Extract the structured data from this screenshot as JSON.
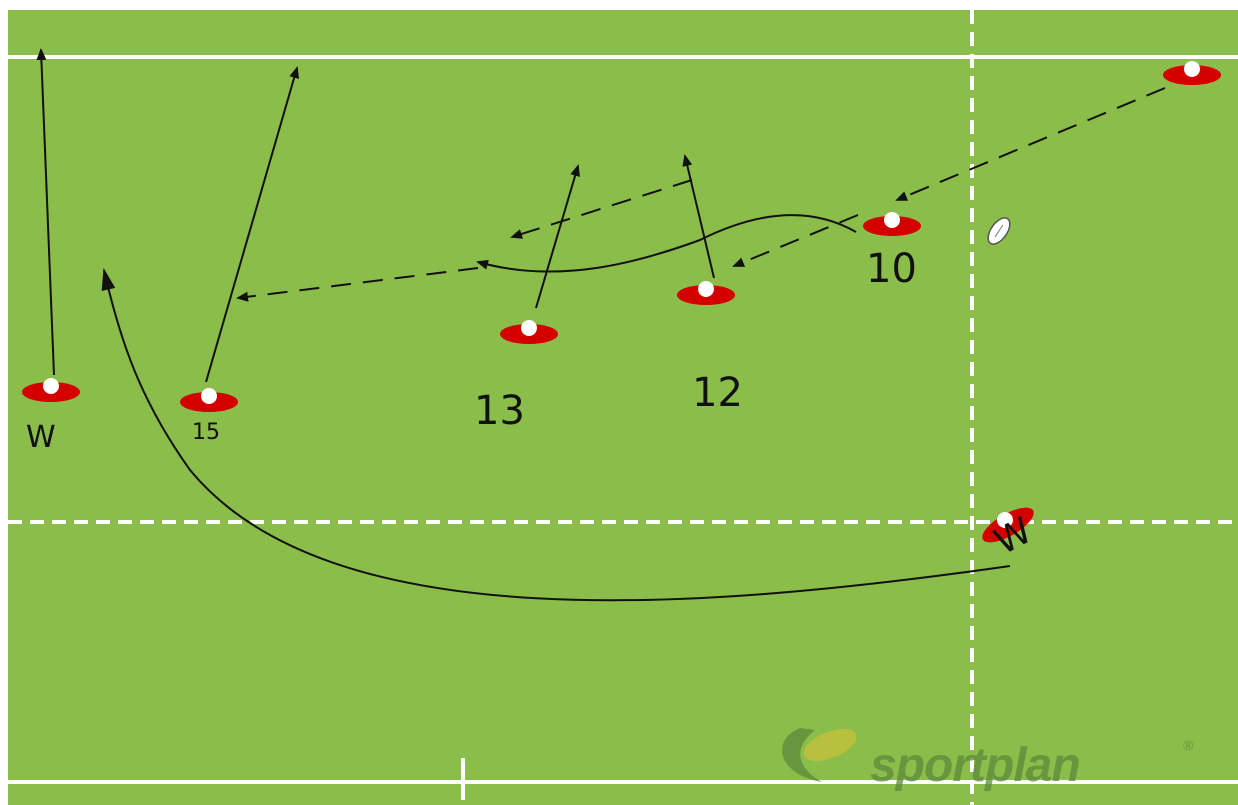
{
  "labels": {
    "left_wing": "W",
    "fullback": "15",
    "outside_centre": "13",
    "inside_centre": "12",
    "flyhalf": "10",
    "right_wing": "W"
  },
  "watermark": {
    "brand": "sportplan",
    "registered": "®"
  },
  "colors": {
    "pitch": "#8bbd4a",
    "line": "#ffffff",
    "player": "#d40000",
    "arrow": "#111111"
  }
}
